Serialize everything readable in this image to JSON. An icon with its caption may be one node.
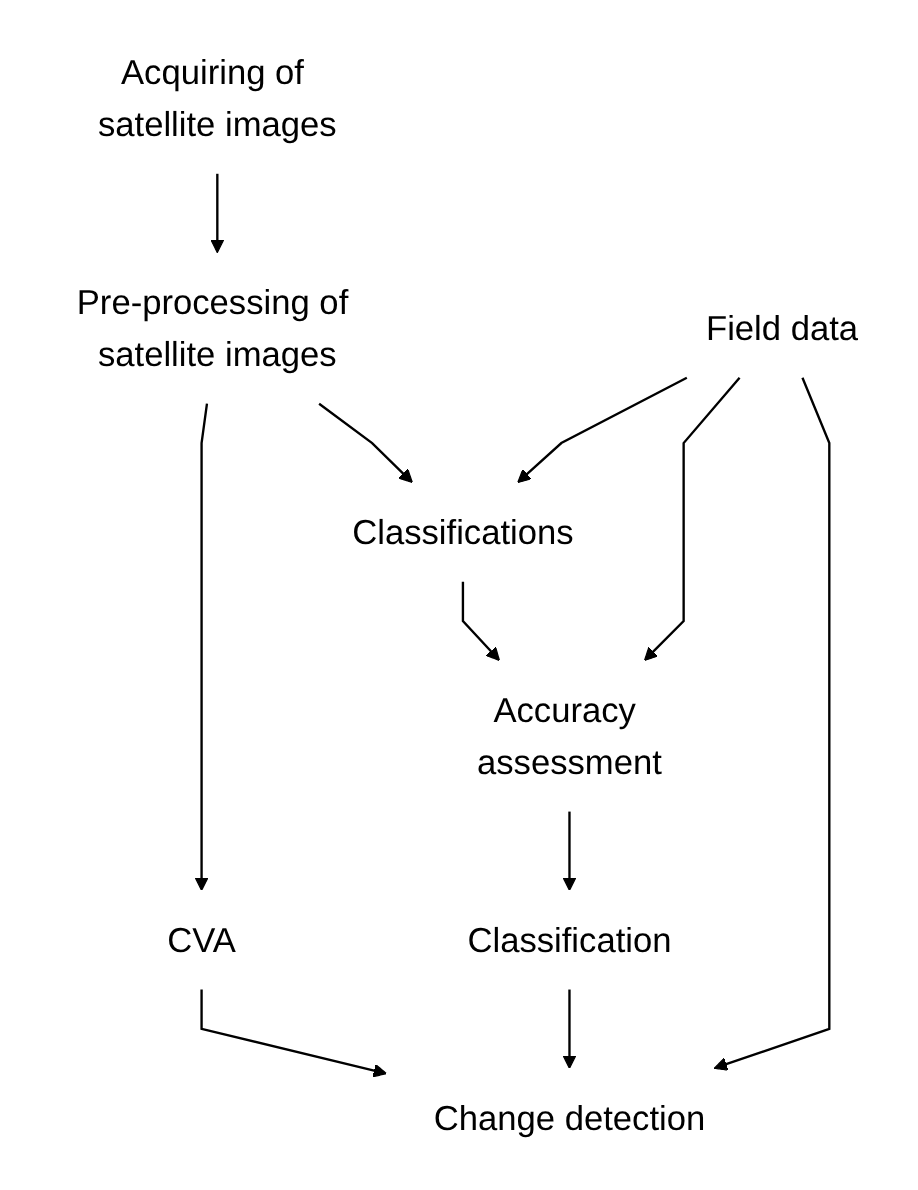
{
  "diagram": {
    "nodes": [
      {
        "text": [
          "Acquiring of satellite images"
        ]
      },
      {
        "text": [
          "Pre-processing of satellite images"
        ]
      },
      {
        "text": [
          "Classifications"
        ]
      },
      {
        "text": [
          "Field data"
        ]
      },
      {
        "text": [
          "Accuracy assessment"
        ]
      },
      {
        "text": [
          "CVA"
        ]
      },
      {
        "text": [
          "Classification"
        ]
      },
      {
        "text": [
          "Change detection"
        ]
      }
    ],
    "edges": [
      {
        "from": 0,
        "to": 1,
        "arrow": "to"
      },
      {
        "from": 1,
        "to": 2,
        "arrow": "to"
      },
      {
        "from": 3,
        "to": 2,
        "arrow": "to"
      },
      {
        "from": 1,
        "to": 5,
        "arrow": "to"
      },
      {
        "from": 2,
        "to": 4,
        "arrow": "to"
      },
      {
        "from": 3,
        "to": 4,
        "arrow": "to"
      },
      {
        "from": 4,
        "to": 6,
        "arrow": "to"
      },
      {
        "from": 5,
        "to": 7,
        "arrow": "to"
      },
      {
        "from": 6,
        "to": 7,
        "arrow": "to"
      },
      {
        "from": 3,
        "to": 7,
        "arrow": "to"
      }
    ]
  }
}
